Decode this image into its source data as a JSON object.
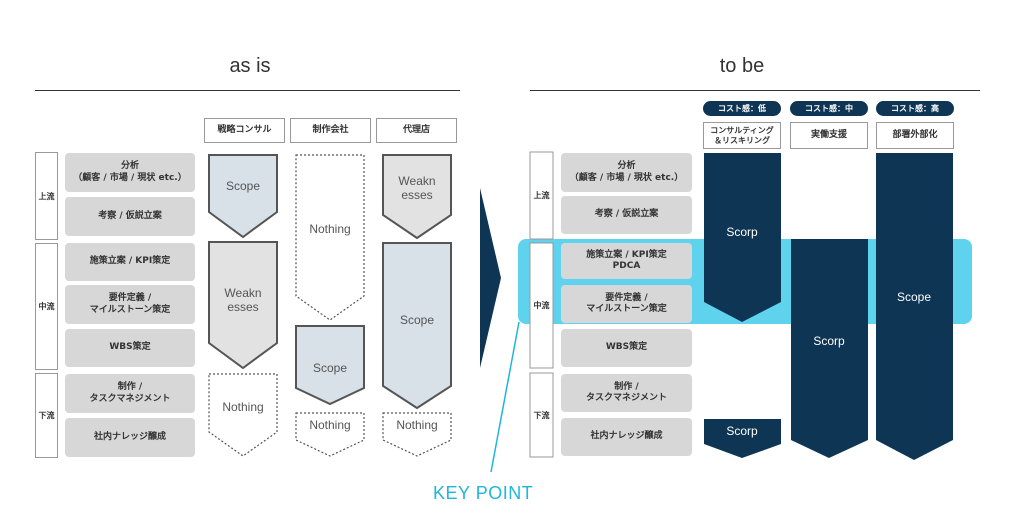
{
  "asis": {
    "title": "as is",
    "stages": [
      "上流",
      "中流",
      "下流"
    ],
    "tasks": [
      "分析\n（顧客 / 市場 / 現状 etc.）",
      "考察 / 仮説立案",
      "施策立案 / KPI策定",
      "要件定義 /\nマイルストーン策定",
      "WBS策定",
      "制作 /\nタスクマネジメント",
      "社内ナレッジ醸成"
    ],
    "columns": [
      "戦略コンサル",
      "制作会社",
      "代理店"
    ],
    "labels": {
      "consul_scope": "Scope",
      "consul_weak_1": "Weakn",
      "consul_weak_2": "esses",
      "consul_nothing": "Nothing",
      "seisaku_nothing": "Nothing",
      "seisaku_scope": "Scope",
      "seisaku_nothing2": "Nothing",
      "agency_weak_1": "Weakn",
      "agency_weak_2": "esses",
      "agency_scope": "Scope",
      "agency_nothing": "Nothing"
    }
  },
  "tobe": {
    "title": "to be",
    "stages": [
      "上流",
      "中流",
      "下流"
    ],
    "tasks": [
      "分析\n（顧客 / 市場 / 現状 etc.）",
      "考察 / 仮説立案",
      "施策立案 / KPI策定\nPDCA",
      "要件定義 /\nマイルストーン策定",
      "WBS策定",
      "制作 /\nタスクマネジメント",
      "社内ナレッジ醸成"
    ],
    "cost_pills": [
      "コスト感：低",
      "コスト感：中",
      "コスト感：高"
    ],
    "columns": [
      "コンサルティング\n＆リスキリング",
      "実働支援",
      "部署外部化"
    ],
    "labels": {
      "col1_scope": "Scorp",
      "col1_scope2": "Scorp",
      "col2_scope": "Scorp",
      "col3_scope": "Scope"
    },
    "keypoint": "KEY POINT"
  },
  "colors": {
    "navy": "#0e3553",
    "cyan": "#5fd3ee",
    "keypoint": "#1fb6dc",
    "task_gray": "#d7d7d7",
    "weak_gray": "#e2e2e2",
    "scope_blue": "#d8e0e8",
    "outline": "#555555"
  }
}
